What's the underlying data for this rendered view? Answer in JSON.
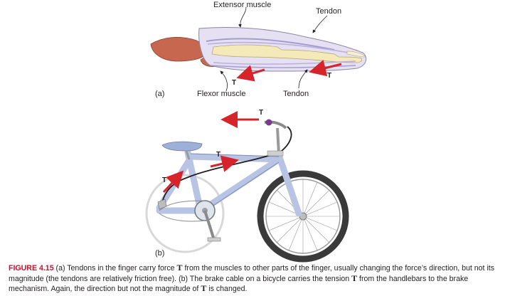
{
  "panel_a": {
    "label": "(a)",
    "extensor_muscle": "Extensor muscle",
    "tendon_top": "Tendon",
    "flexor_muscle": "Flexor muscle",
    "tendon_bottom": "Tendon",
    "tension_symbol": "T"
  },
  "panel_b": {
    "label": "(b)",
    "tension_symbol": "T"
  },
  "caption": {
    "figure_number": "FIGURE 4.15",
    "seg1": " (a) Tendons in the finger carry force ",
    "T1": "T",
    "seg2": " from the muscles to other parts of the finger, usually changing the force’s direction, but not its magnitude (the tendons are relatively friction free). (b) The brake cable on a bicycle carries the tension ",
    "T2": "T",
    "seg3": " from the handlebars to the brake mechanism. Again, the direction but not the magnitude of ",
    "T3": "T",
    "seg4": " is changed."
  },
  "colors": {
    "arrow": "#d7242b",
    "muscle": "#c8674f",
    "bone": "#f4e9b8",
    "tendon": "#c8c0e0",
    "frame": "#b8c4e4",
    "tire": "#3a3a3a"
  }
}
